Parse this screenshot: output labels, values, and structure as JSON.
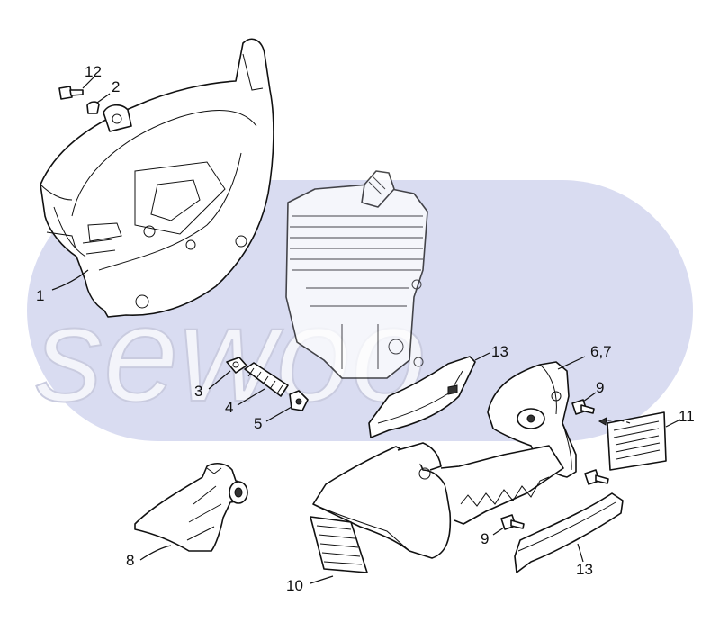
{
  "watermark": "sewoo",
  "callouts": [
    {
      "id": "c12",
      "text": "12"
    },
    {
      "id": "c2",
      "text": "2"
    },
    {
      "id": "c1",
      "text": "1"
    },
    {
      "id": "c13a",
      "text": "13"
    },
    {
      "id": "c67",
      "text": "6,7"
    },
    {
      "id": "c3",
      "text": "3"
    },
    {
      "id": "c4",
      "text": "4"
    },
    {
      "id": "c5",
      "text": "5"
    },
    {
      "id": "c9a",
      "text": "9"
    },
    {
      "id": "c11",
      "text": "11"
    },
    {
      "id": "c8",
      "text": "8"
    },
    {
      "id": "c10",
      "text": "10"
    },
    {
      "id": "c9b",
      "text": "9"
    },
    {
      "id": "c13b",
      "text": "13"
    }
  ],
  "colors": {
    "watermark_band": "#d8dbf0",
    "line": "#111111",
    "background": "#ffffff"
  }
}
